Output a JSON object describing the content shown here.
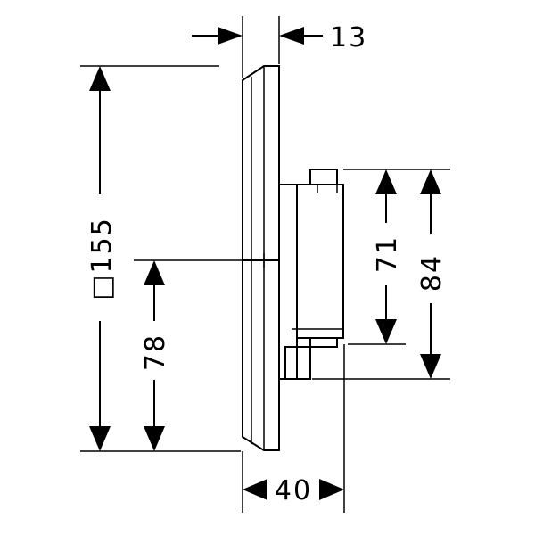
{
  "dimensions": {
    "depth_front": "13",
    "height_total": "□155",
    "height_half": "78",
    "height_body": "71",
    "height_body_total": "84",
    "depth_total": "40"
  },
  "colors": {
    "line": "#000000",
    "background": "#ffffff"
  }
}
